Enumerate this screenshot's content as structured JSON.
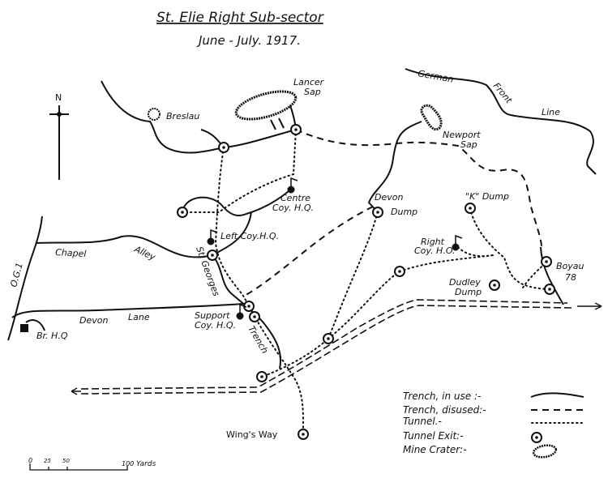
{
  "title": "St. Elie Right Sub-sector",
  "subtitle": "June - July. 1917.",
  "north_label": "N",
  "labels": {
    "breslau": "Breslau",
    "lancer_1": "Lancer",
    "lancer_2": "Sap",
    "newport_1": "Newport",
    "newport_2": "Sap",
    "german": "German",
    "front": "Front",
    "line": "Line",
    "centre_1": "Centre",
    "centre_2": "Coy. H.Q.",
    "left": "Left Coy.H.Q.",
    "devon_dump_1": "Devon",
    "devon_dump_2": "Dump",
    "k_dump": "\"K\" Dump",
    "right_1": "Right",
    "right_2": "Coy. H.O.",
    "dudley_1": "Dudley",
    "dudley_2": "Dump",
    "boyau_1": "Boyau",
    "boyau_2": "78",
    "chapel": "Chapel",
    "alley": "Alley",
    "st_georges": "St. Georges",
    "trench": "Trench",
    "og1": "O.G.1",
    "devon": "Devon",
    "lane": "Lane",
    "support_1": "Support",
    "support_2": "Coy. H.Q.",
    "br_hq": "Br. H.Q",
    "wings_way": "Wing's Way"
  },
  "legend": [
    {
      "label": "Trench, in use :-",
      "symbol": "solid-line"
    },
    {
      "label": "Trench, disused:-",
      "symbol": "dashed-line"
    },
    {
      "label": "Tunnel.-",
      "symbol": "dotted-line"
    },
    {
      "label": "Tunnel Exit:-",
      "symbol": "tunnel-exit"
    },
    {
      "label": "Mine Crater:-",
      "symbol": "mine-crater"
    }
  ],
  "scale": {
    "ticks": [
      "0",
      "25",
      "50",
      "100"
    ],
    "unit": "Yards"
  }
}
